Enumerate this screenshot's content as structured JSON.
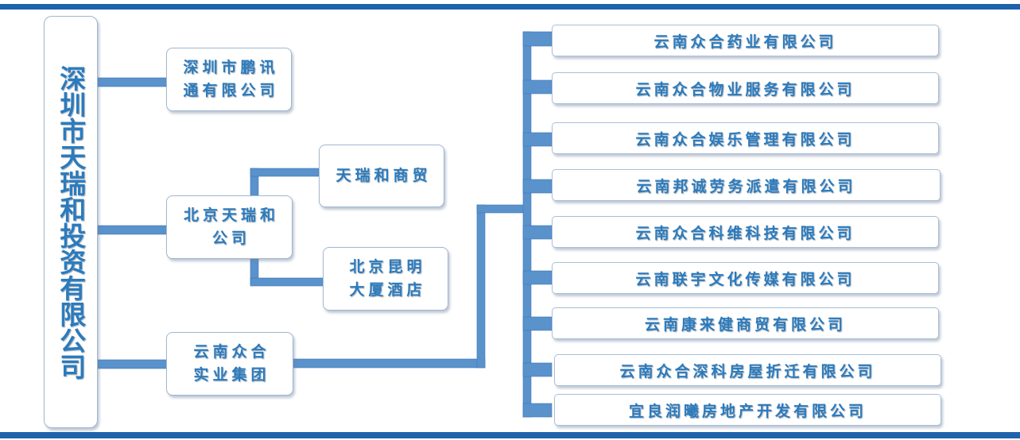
{
  "root": {
    "name": "深圳市天瑞和投资有限公司"
  },
  "subsidiaries": {
    "pengxun": "深圳市鹏讯\n通有限公司",
    "beijing": "北京天瑞和\n公司",
    "yunnan_group": "云南众合\n实业集团"
  },
  "beijing_children": {
    "trade": "天瑞和商贸",
    "hotel": "北京昆明\n大厦酒店"
  },
  "yunnan_companies": [
    "云南众合药业有限公司",
    "云南众合物业服务有限公司",
    "云南众合娱乐管理有限公司",
    "云南邦诚劳务派遣有限公司",
    "云南众合科维科技有限公司",
    "云南联宇文化传媒有限公司",
    "云南康来健商贸有限公司",
    "云南众合深科房屋折迁有限公司",
    "宜良润曦房地产开发有限公司"
  ],
  "colors": {
    "band": "#1f63ad",
    "connector": "#5a92cc",
    "text": "#2b7bbd"
  }
}
